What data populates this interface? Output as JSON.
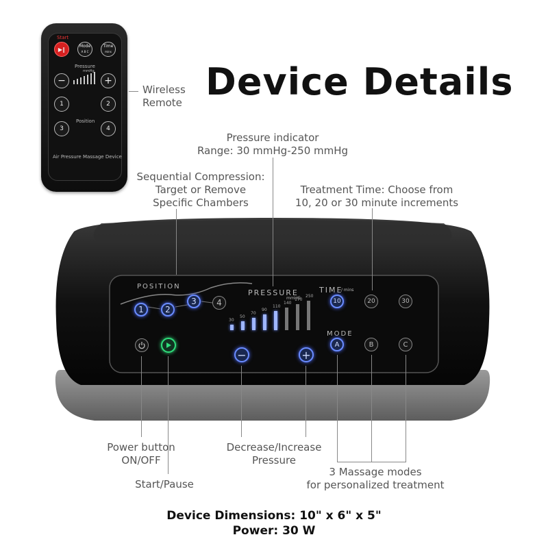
{
  "title": "Device Details",
  "remote": {
    "start_label": "Start",
    "mode_label": "Mode",
    "mode_sub": "A B C",
    "time_label": "Time",
    "time_sub": "mins",
    "pressure_label": "Pressure",
    "pressure_sub": "mmHg",
    "minus": "−",
    "plus": "+",
    "position_label": "Position",
    "positions": [
      "1",
      "2",
      "3",
      "4"
    ],
    "device_label": "Air Pressure Massage Device"
  },
  "callouts": {
    "wireless_remote": [
      "Wireless",
      "Remote"
    ],
    "pressure_indicator": [
      "Pressure indicator",
      "Range: 30 mmHg-250 mmHg"
    ],
    "sequential": [
      "Sequential Compression:",
      "Target or Remove",
      "Specific Chambers"
    ],
    "treatment_time": [
      "Treatment Time: Choose from",
      "10, 20 or 30 minute increments"
    ],
    "power_button": [
      "Power button",
      "ON/OFF"
    ],
    "start_pause": "Start/Pause",
    "decrease_increase": [
      "Decrease/Increase",
      "Pressure"
    ],
    "massage_modes": [
      "3 Massage modes",
      "for personalized treatment"
    ]
  },
  "panel": {
    "position_label": "POSITION",
    "positions": [
      "1",
      "2",
      "3",
      "4"
    ],
    "pressure_label": "PRESSURE",
    "pressure_unit": "mmHG",
    "pressure_ticks": [
      "30",
      "50",
      "70",
      "90",
      "110",
      "140",
      "170",
      "250"
    ],
    "pressure_level": 0.625,
    "time_label": "TIME",
    "time_unit": "/ mins",
    "times": [
      "10",
      "20",
      "30"
    ],
    "mode_label": "MODE",
    "modes": [
      "A",
      "B",
      "C"
    ],
    "power_icon": "power-icon",
    "play_icon": "play-icon",
    "minus": "−",
    "plus": "+"
  },
  "footer": {
    "dimensions": "Device Dimensions: 10\" x 6\" x 5\"",
    "power": "Power: 30 W"
  },
  "colors": {
    "accent_blue": "#6a8cff",
    "accent_green": "#2fdc7a",
    "remote_red": "#d62020"
  }
}
